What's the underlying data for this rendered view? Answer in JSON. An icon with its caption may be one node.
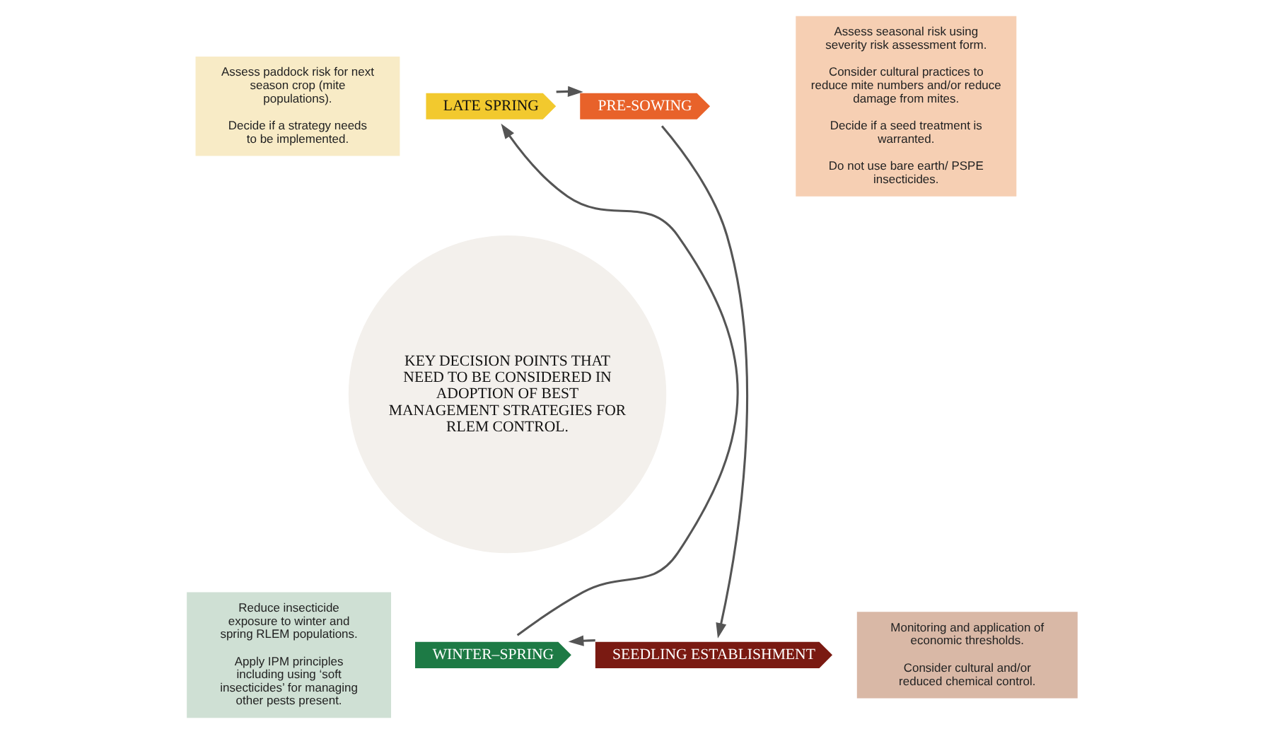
{
  "diagram": {
    "nodes": [
      {
        "text": [
          "Assess paddock risk for next season crop (mite populations).",
          "Decide if a strategy needs to be implemented."
        ]
      },
      {
        "text": [
          "Assess seasonal risk using severity risk assessment form.",
          "Consider cultural practices to reduce mite numbers and/or reduce damage from mites.",
          "Decide if a seed treatment is warranted.",
          "Do not use bare earth/ PSPE insecticides."
        ]
      },
      {
        "text": [
          "Reduce insecticide exposure to winter and spring RLEM populations.",
          "Apply IPM principles including using ‘soft insecticides’ for managing other pests present."
        ]
      },
      {
        "text": [
          "Monitoring and application of economic thresholds.",
          "Consider cultural and/or reduced chemical control."
        ]
      },
      {
        "text": [
          "LATE SPRING"
        ]
      },
      {
        "text": [
          "PRE-SOWING"
        ]
      },
      {
        "text": [
          "SEEDLING ESTABLISHMENT"
        ]
      },
      {
        "text": [
          "WINTER–SPRING"
        ]
      },
      {
        "text": [
          "KEY DECISION POINTS THAT NEED TO BE CONSIDERED IN ADOPTION OF BEST MANAGEMENT STRATEGIES FOR RLEM CONTROL."
        ]
      }
    ],
    "edges": [
      {
        "from": 4,
        "to": 5,
        "arrow": "to"
      },
      {
        "from": 5,
        "to": 6,
        "arrow": "to"
      },
      {
        "from": 6,
        "to": 7,
        "arrow": "to"
      },
      {
        "from": 7,
        "to": 4,
        "arrow": "to"
      }
    ]
  }
}
